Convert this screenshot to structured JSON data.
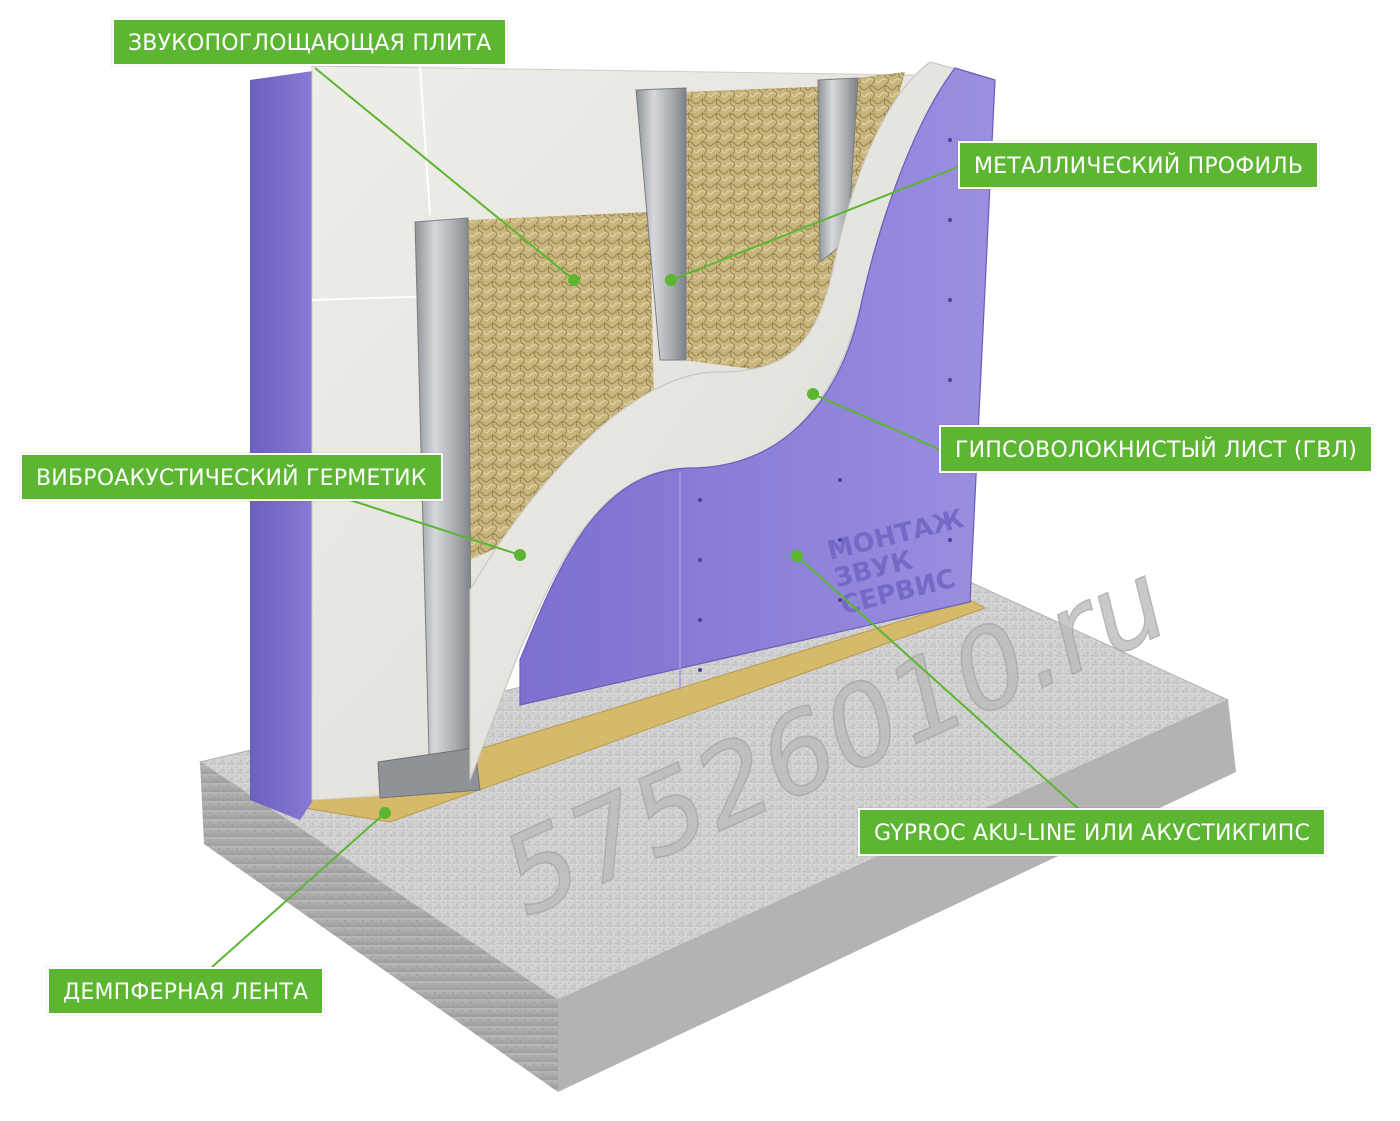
{
  "colors": {
    "accent": "#5cb631",
    "purple_board": "#8b7fd6",
    "gypsum_fiber": "#e9e7e0",
    "mineral_wool": "#c9b780",
    "metal_profile": "#b9bcc0",
    "concrete": "#c9c9c9",
    "damper_tape": "#d4b86a"
  },
  "callouts": [
    {
      "id": "sound-absorbing-board",
      "text": "ЗВУКОПОГЛОЩАЮЩАЯ ПЛИТА"
    },
    {
      "id": "metal-profile",
      "text": "МЕТАЛЛИЧЕСКИЙ ПРОФИЛЬ"
    },
    {
      "id": "gypsum-fiber-sheet",
      "text": "ГИПСОВОЛОКНИСТЫЙ ЛИСТ (ГВЛ)"
    },
    {
      "id": "vibroacoustic-sealant",
      "text": "ВИБРОАКУСТИЧЕСКИЙ ГЕРМЕТИК"
    },
    {
      "id": "gyproc-board",
      "text": "GYPROC AKU-LINE ИЛИ АКУСТИКГИПС"
    },
    {
      "id": "damper-tape",
      "text": "ДЕМПФЕРНАЯ ЛЕНТА"
    }
  ],
  "watermark": {
    "logo_line1": "МОНТАЖ",
    "logo_line2": "ЗВУК",
    "logo_line3": "СЕРВИС",
    "slab_text": "57526010.ru"
  }
}
